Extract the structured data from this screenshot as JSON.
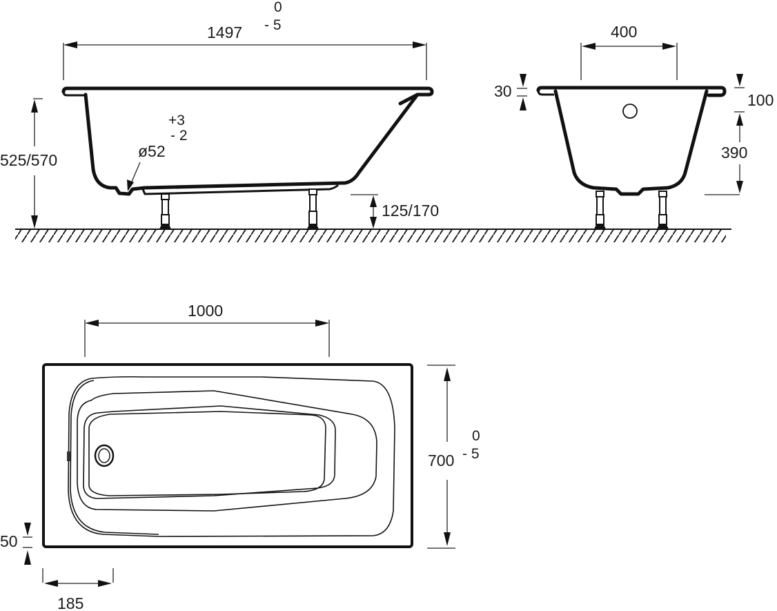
{
  "drawing": {
    "title": "Bathtub technical dimension drawing",
    "colors": {
      "line": "#111111",
      "background": "#ffffff",
      "text": "#1a1a1a"
    },
    "side_view": {
      "length": {
        "value": "1497",
        "tol_upper": "0",
        "tol_lower": "- 5"
      },
      "total_height": {
        "value": "525/570"
      },
      "leg_height": {
        "value": "125/170"
      },
      "drain": {
        "value": "ø52",
        "tol_upper": "+3",
        "tol_lower": "- 2"
      }
    },
    "end_view": {
      "top_width": {
        "value": "400"
      },
      "rim_thickness": {
        "value": "30"
      },
      "overflow_offset": {
        "value": "100"
      },
      "depth": {
        "value": "390"
      }
    },
    "plan_view": {
      "inner_length": {
        "value": "1000"
      },
      "width": {
        "value": "700",
        "tol_upper": "0",
        "tol_lower": "- 5"
      },
      "rim_offset": {
        "value": "50"
      },
      "drain_offset": {
        "value": "185"
      }
    }
  }
}
